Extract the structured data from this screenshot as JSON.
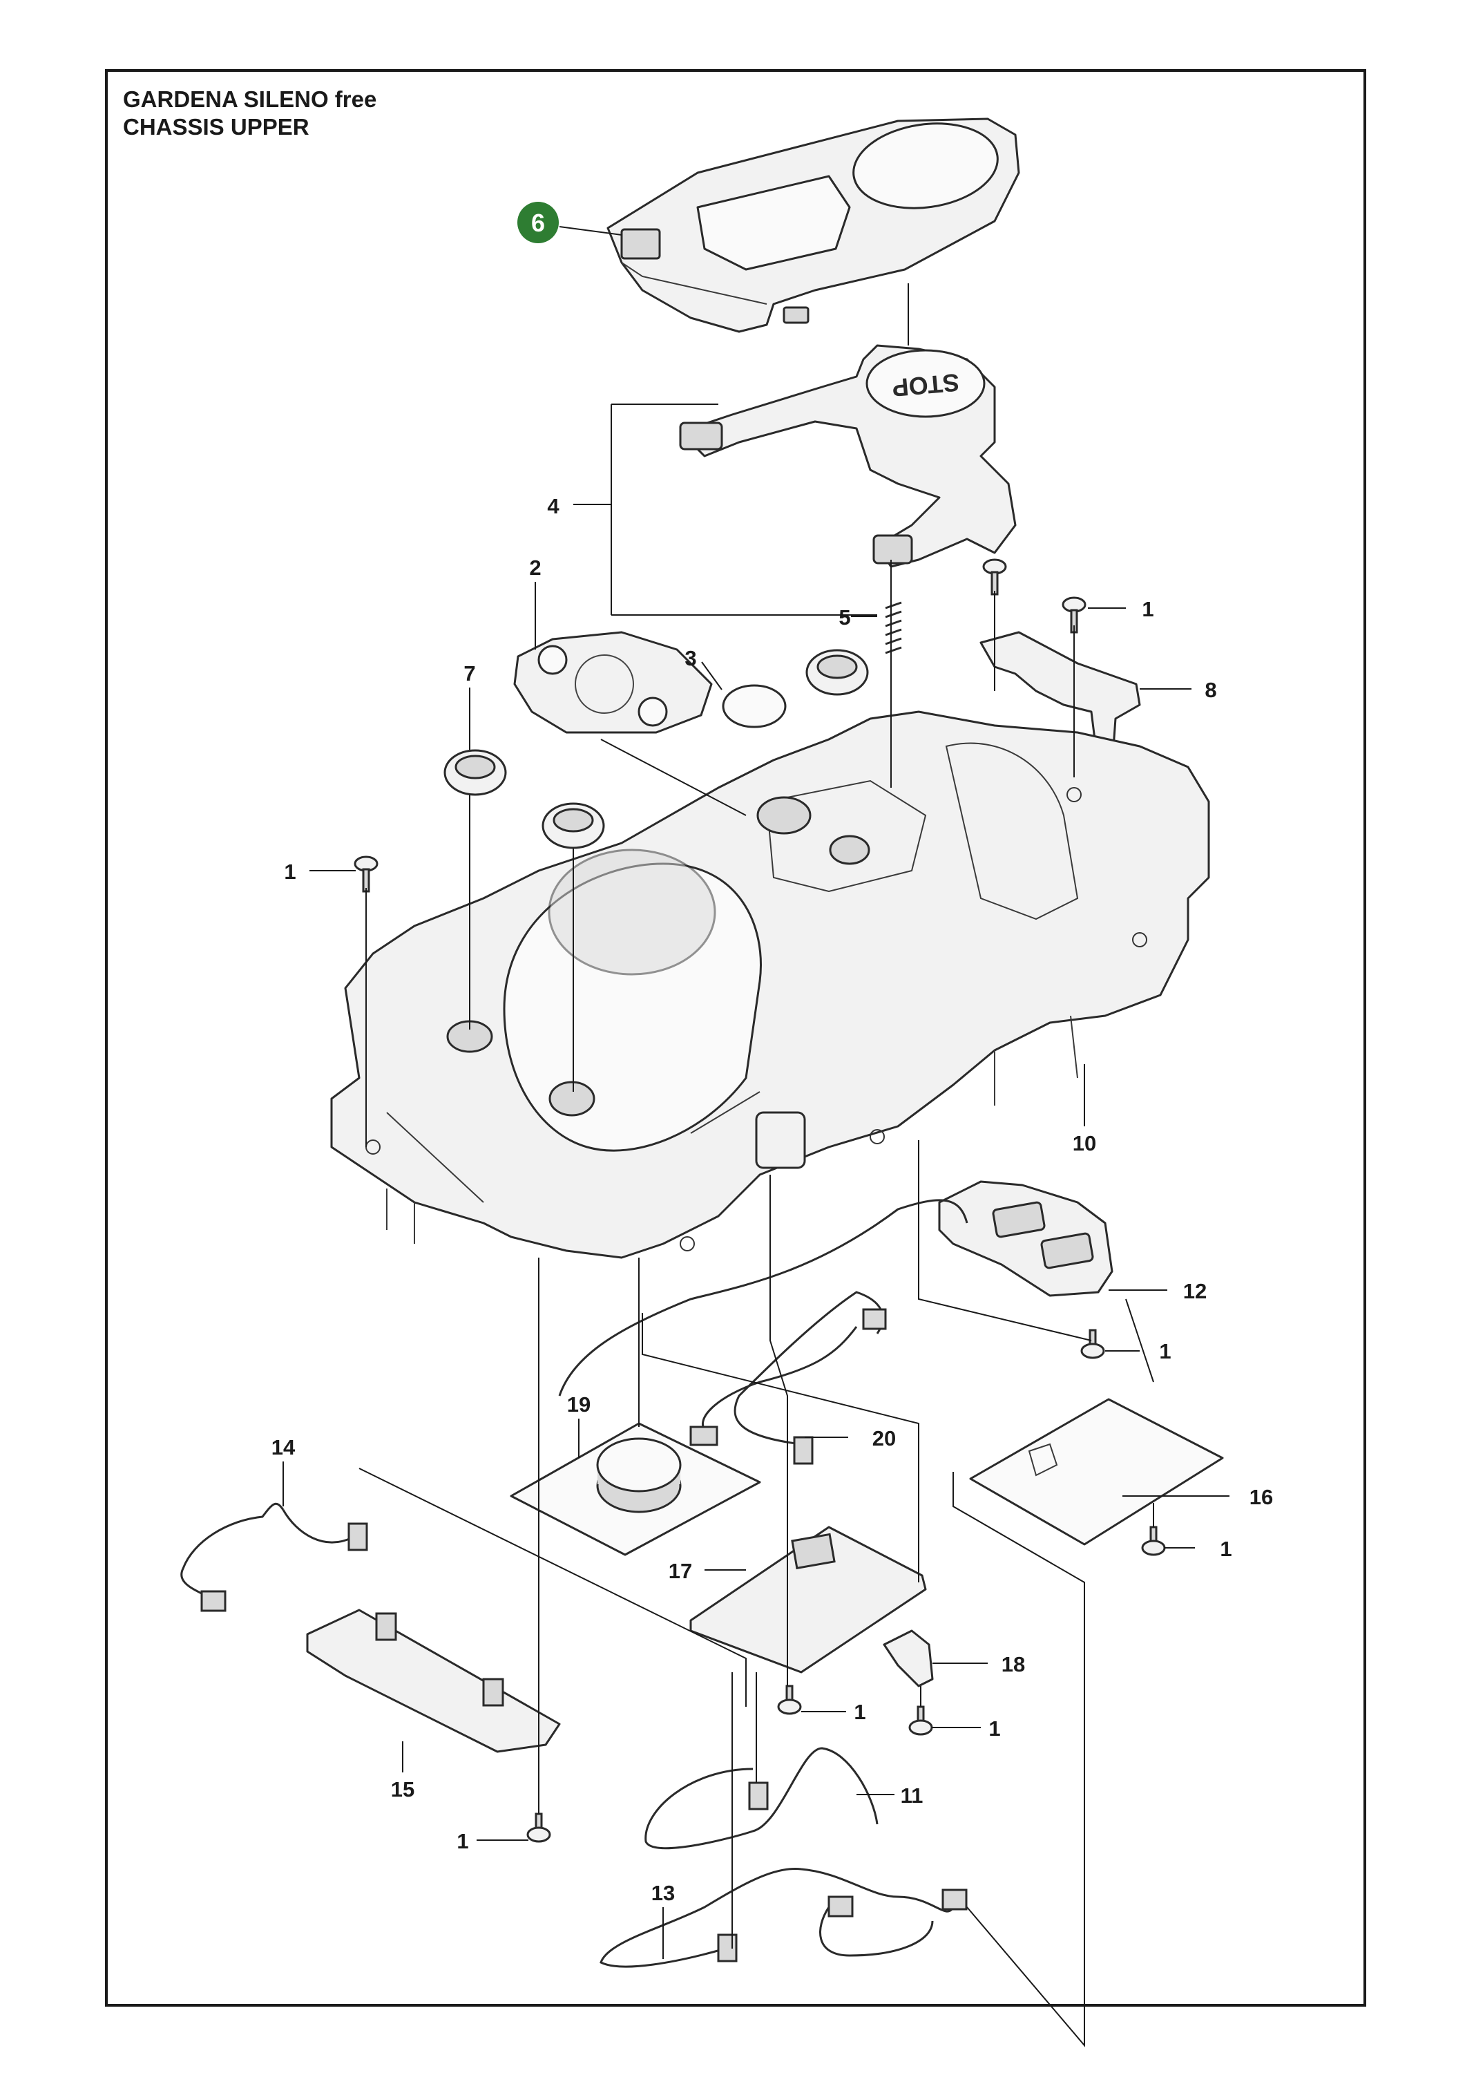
{
  "header": {
    "line1": "GARDENA SILENO free",
    "line2": "CHASSIS UPPER"
  },
  "highlight_color": "#2e7d32",
  "cover_text": "STOP",
  "callouts": [
    {
      "id": "c6",
      "label": "6",
      "highlighted": true
    },
    {
      "id": "c4",
      "label": "4"
    },
    {
      "id": "c2",
      "label": "2"
    },
    {
      "id": "c5",
      "label": "5"
    },
    {
      "id": "c1a",
      "label": "1"
    },
    {
      "id": "c3",
      "label": "3"
    },
    {
      "id": "c7",
      "label": "7"
    },
    {
      "id": "c8",
      "label": "8"
    },
    {
      "id": "c1b",
      "label": "1"
    },
    {
      "id": "c10",
      "label": "10"
    },
    {
      "id": "c12",
      "label": "12"
    },
    {
      "id": "c1c",
      "label": "1"
    },
    {
      "id": "c19",
      "label": "19"
    },
    {
      "id": "c20",
      "label": "20"
    },
    {
      "id": "c14",
      "label": "14"
    },
    {
      "id": "c16",
      "label": "16"
    },
    {
      "id": "c1d",
      "label": "1"
    },
    {
      "id": "c17",
      "label": "17"
    },
    {
      "id": "c18",
      "label": "18"
    },
    {
      "id": "c1e",
      "label": "1"
    },
    {
      "id": "c1f",
      "label": "1"
    },
    {
      "id": "c15",
      "label": "15"
    },
    {
      "id": "c11",
      "label": "11"
    },
    {
      "id": "c1g",
      "label": "1"
    },
    {
      "id": "c13",
      "label": "13"
    }
  ]
}
